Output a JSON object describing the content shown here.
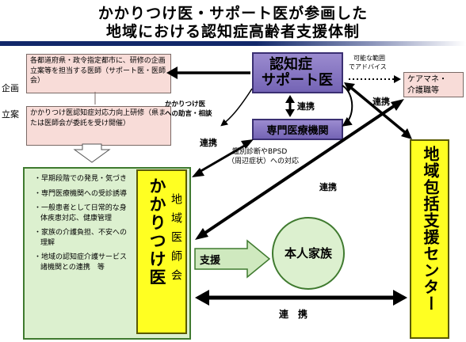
{
  "title": {
    "line1": "かかりつけ医・サポート医が参画した",
    "line2": "地域における認知症高齢者支援体制"
  },
  "left_labels": {
    "kikaku": "企画",
    "ritsuan": "立案"
  },
  "prefecture_box": "各都道府県・政令指定都市に、研修の企画立案等を担当する医師（サポート医・医師会）",
  "training_box": "かかりつけ医認知症対応力向上研修（県または医師会が委託を受け開催）",
  "support_doctor": {
    "line1": "認知症",
    "line2": "サポート医"
  },
  "renkei_mid": "連携",
  "specialist": "専門医療機関",
  "care_manager": {
    "line1": "ケアマネ・",
    "line2": "介護職等"
  },
  "advice_label": {
    "line1": "可能な範囲",
    "line2": "でアドバイス"
  },
  "advice_to_gp": {
    "line1": "かかりつけ医",
    "line2": "への助言・相談"
  },
  "diagnosis_label": {
    "line1": "鑑別診断やBPSD",
    "line2": "（周辺症状）への対応"
  },
  "renkei_labels": [
    "連携",
    "連携",
    "連携",
    "連　携"
  ],
  "gp_items": [
    "早期段階での発見・気づき",
    "専門医療機関への受診誘導",
    "一般患者として日常的な身体疾患対応、健康管理",
    "家族の介護負担、不安への理解",
    "地域の認知症介護サービス諸機関との連携　等"
  ],
  "gp_title": "かかりつけ医",
  "gp_subtitle": "地域医師会",
  "shien": "支援",
  "patient_family": "本人家族",
  "center": "地域包括支援センター"
}
